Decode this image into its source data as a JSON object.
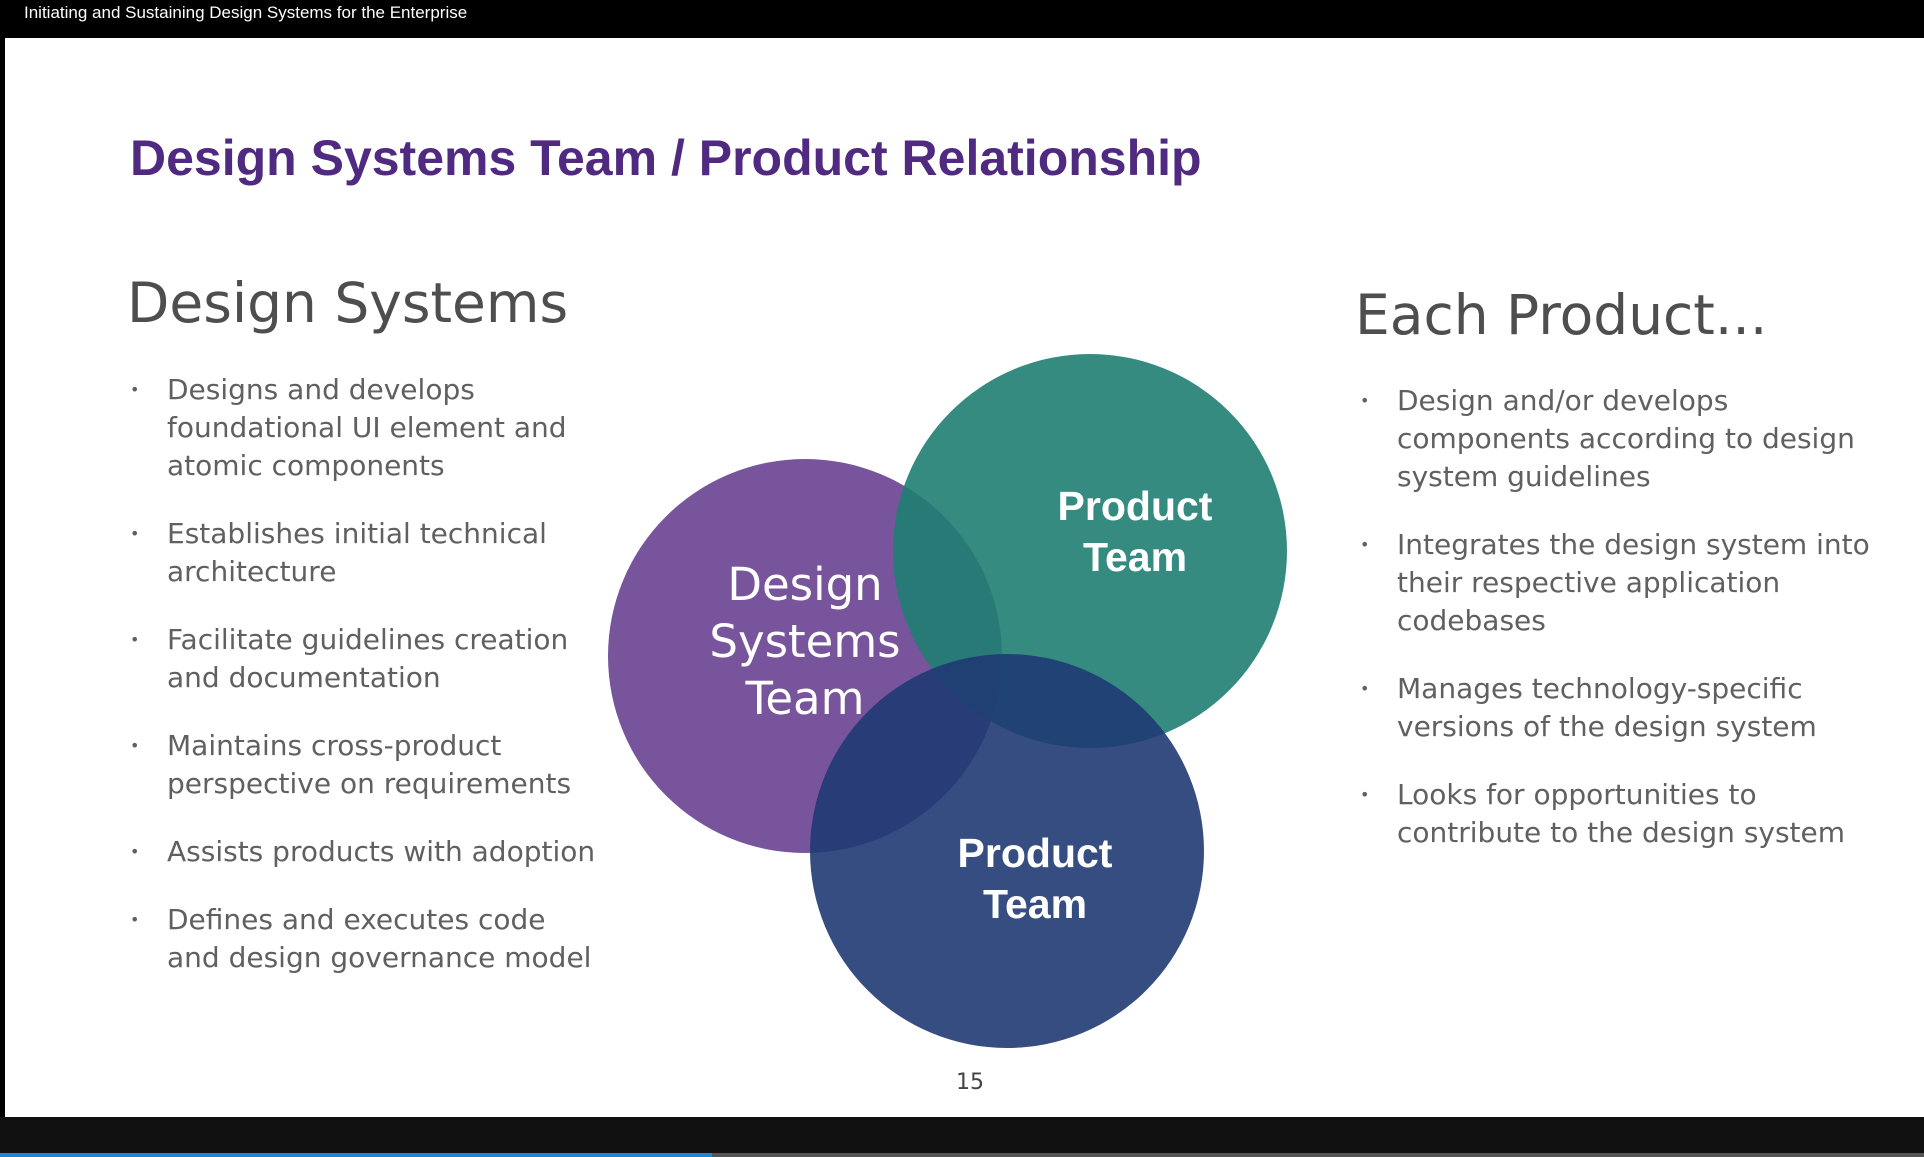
{
  "window": {
    "title": "Initiating and Sustaining Design Systems for the Enterprise"
  },
  "slide": {
    "title": "Design Systems Team / Product Relationship",
    "left": {
      "heading": "Design Systems",
      "bullets": [
        "Designs and develops foundational UI element and atomic components",
        "Establishes initial technical architecture",
        "Facilitate guidelines creation and documentation",
        "Maintains cross-product perspective on requirements",
        "Assists products with adoption",
        "Defines and executes code and design governance model"
      ]
    },
    "right": {
      "heading": "Each Product...",
      "bullets": [
        "Design and/or develops components according to design system guidelines",
        "Integrates the design system into their respective application codebases",
        "Manages technology-specific versions of the design system",
        "Looks for opportunities to contribute to the design system"
      ]
    },
    "venn": {
      "design_systems": {
        "line1": "Design",
        "line2": "Systems",
        "line3": "Team",
        "color": "#6b4593"
      },
      "product_team_top": {
        "line1": "Product",
        "line2": "Team",
        "color": "#2a8a7e"
      },
      "product_team_bottom": {
        "line1": "Product",
        "line2": "Team",
        "color": "#1f3a73"
      }
    },
    "page_number": "15"
  },
  "player": {
    "progress_percent": 37,
    "accent_color": "#1e88d0"
  }
}
